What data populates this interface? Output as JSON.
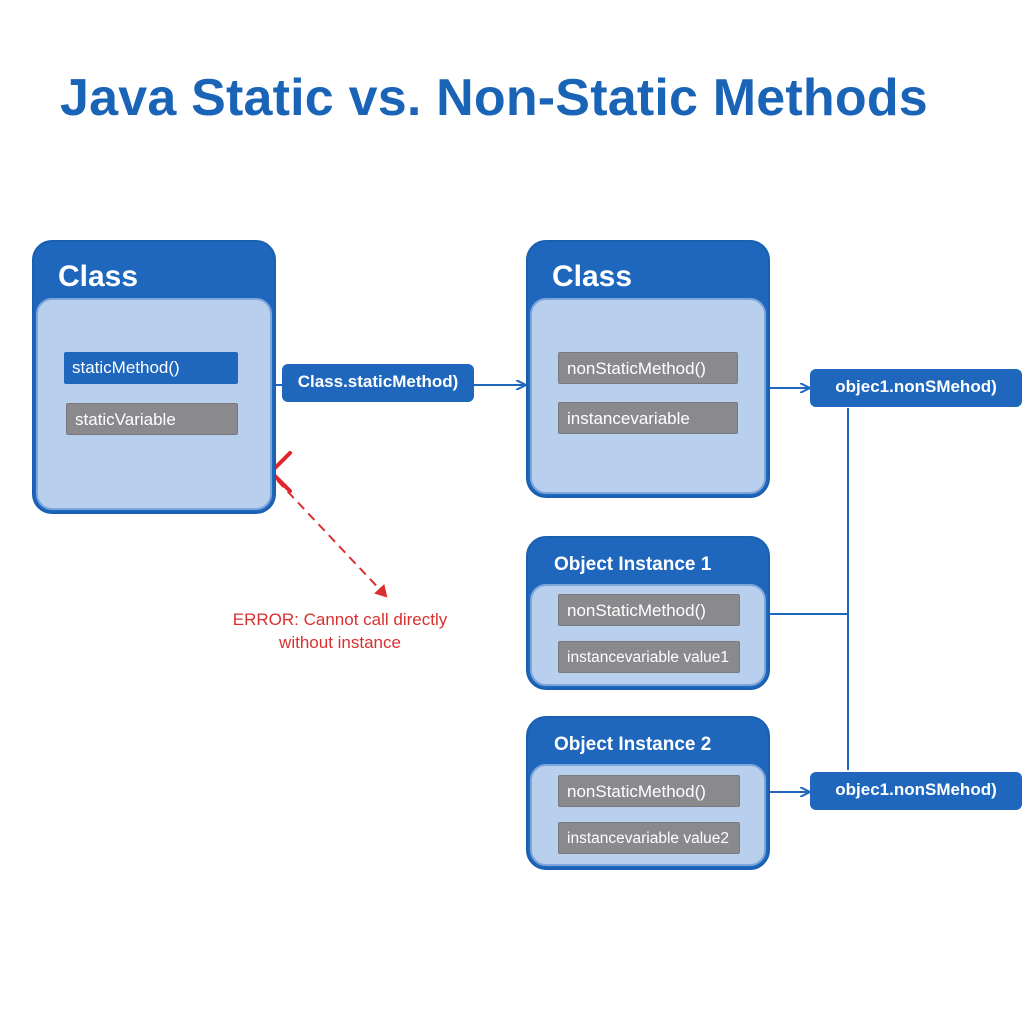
{
  "title": "Java Static vs. Non-Static Methods",
  "static_class": {
    "header": "Class",
    "method": "staticMethod()",
    "variable": "staticVariable"
  },
  "static_call_label": "Class.staticMethod)",
  "nonstatic_class": {
    "header": "Class",
    "method": "nonStaticMethod()",
    "variable": "instancevariable"
  },
  "object_call_label_1": "objec1.nonSMehod)",
  "object_call_label_2": "objec1.nonSMehod)",
  "instance1": {
    "header": "Object Instance 1",
    "method": "nonStaticMethod()",
    "variable": "instancevariable value1"
  },
  "instance2": {
    "header": "Object Instance 2",
    "method": "nonStaticMethod()",
    "variable": "instancevariable value2"
  },
  "error": {
    "line1": "ERROR: Cannot call directly",
    "line2": "without instance"
  },
  "colors": {
    "primary_blue": "#1e67bd",
    "inner_blue": "#b9cfee",
    "chip_gray": "#8a8a8e",
    "error_red": "#d9302f"
  },
  "icons": {
    "error_mark": "x-mark-icon"
  }
}
